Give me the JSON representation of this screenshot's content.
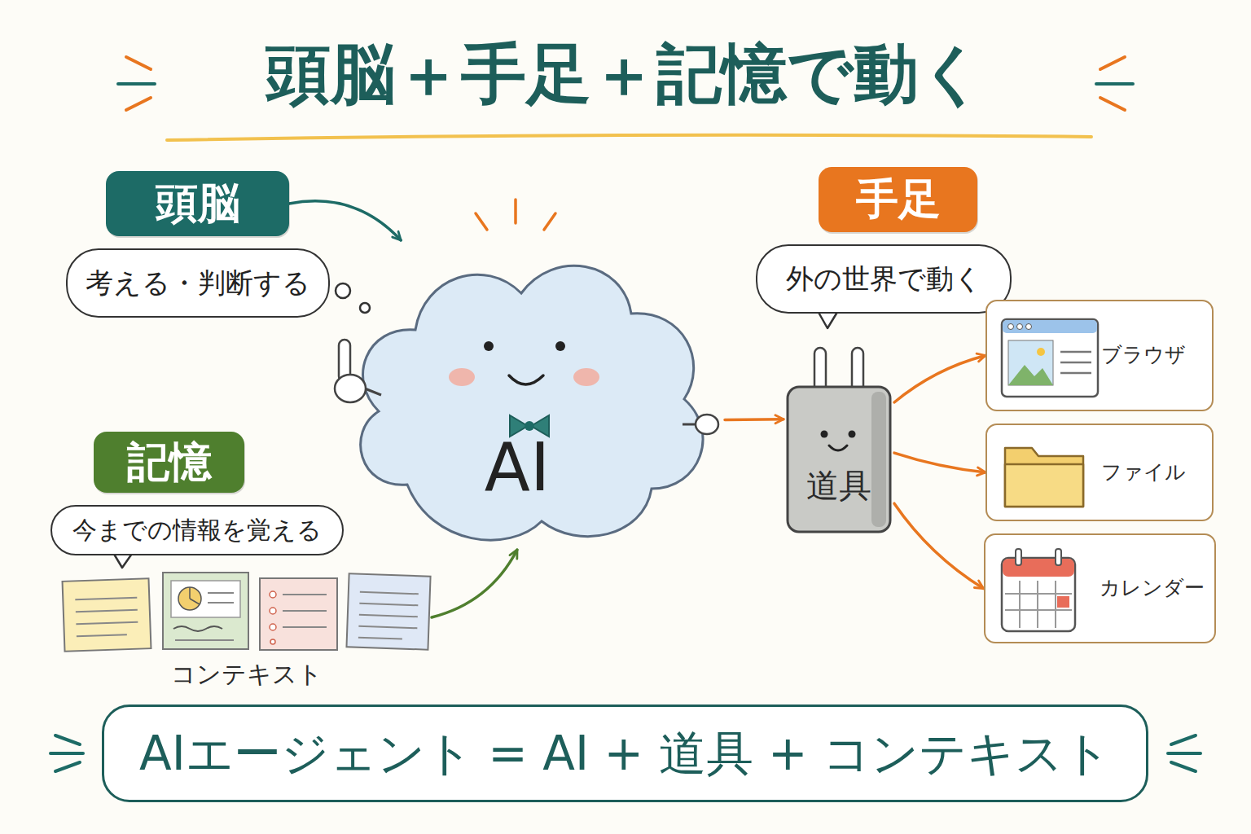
{
  "diagram": {
    "title": "頭脳＋手足＋記憶で動く",
    "nodes": [
      {
        "text": [
          "頭脳"
        ]
      },
      {
        "text": [
          "考える・判断する"
        ]
      },
      {
        "text": [
          "AI"
        ]
      },
      {
        "text": [
          "手足"
        ]
      },
      {
        "text": [
          "外の世界で動く"
        ]
      },
      {
        "text": [
          "道具"
        ]
      },
      {
        "text": [
          "ブラウザ"
        ]
      },
      {
        "text": [
          "ファイル"
        ]
      },
      {
        "text": [
          "カレンダー"
        ]
      },
      {
        "text": [
          "記憶"
        ]
      },
      {
        "text": [
          "今までの情報を覚える"
        ]
      },
      {
        "text": [
          "コンテキスト"
        ]
      },
      {
        "text": [
          "AIエージェント = AI + 道具 + コンテキスト"
        ]
      }
    ],
    "edges": [
      {
        "from": 0,
        "to": 2,
        "arrow": "to"
      },
      {
        "from": 11,
        "to": 2,
        "arrow": "to"
      },
      {
        "from": 2,
        "to": 5,
        "arrow": "to"
      },
      {
        "from": 5,
        "to": 6,
        "arrow": "to"
      },
      {
        "from": 5,
        "to": 7,
        "arrow": "to"
      },
      {
        "from": 5,
        "to": 8,
        "arrow": "to"
      }
    ]
  }
}
